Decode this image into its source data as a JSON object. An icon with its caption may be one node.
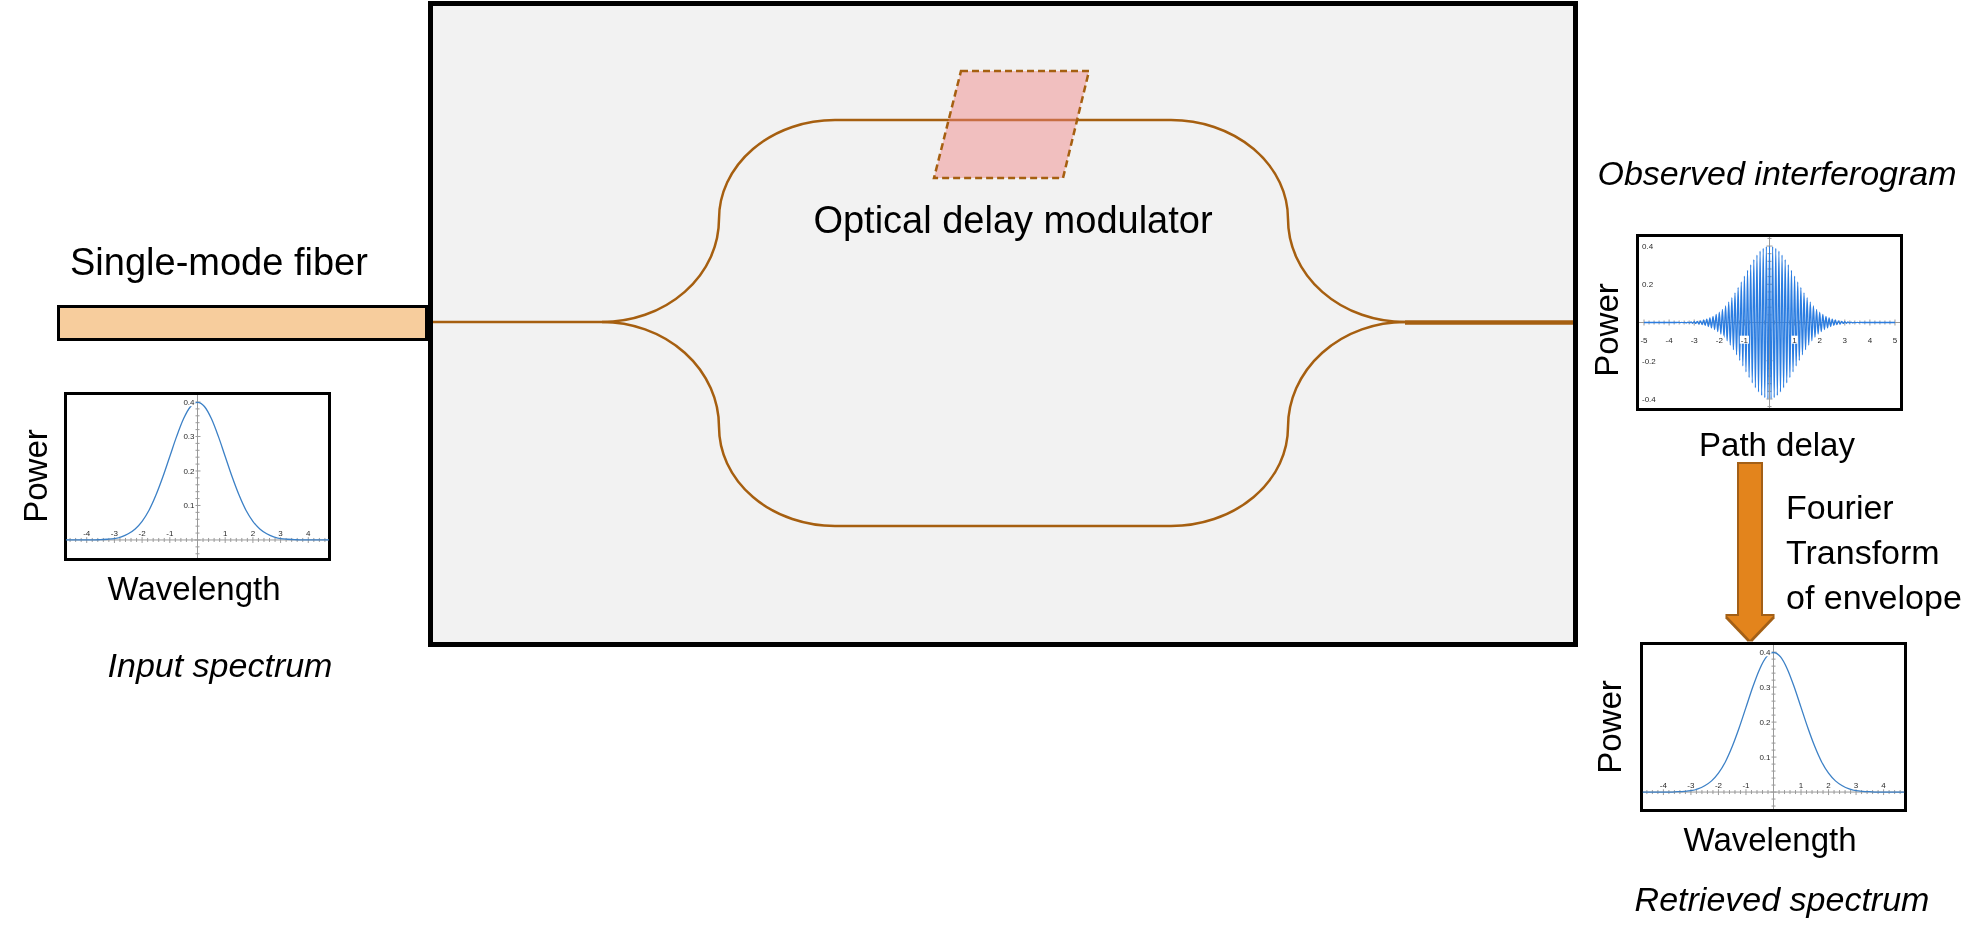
{
  "diagram": {
    "nodes": [
      {
        "text": [],
        "shape": "box"
      },
      {
        "text": [
          "Optical delay modulator"
        ],
        "in": 0
      },
      {
        "text": [
          "Single-mode fiber"
        ]
      },
      {
        "text": [
          "Input spectrum"
        ]
      },
      {
        "text": [
          "Observed interferogram"
        ]
      },
      {
        "text": [
          "Retrieved spectrum"
        ]
      }
    ],
    "edges": [
      {
        "from": 4,
        "to": 5,
        "arrow": "to",
        "label": "Fourier Transform of envelope",
        "color": "#e3841a"
      }
    ],
    "chart_data": [
      {
        "type": "line",
        "xlabel": "Wavelength",
        "ylabel": "Power",
        "x": [
          -4.75,
          -4.5,
          -4.25,
          -4,
          -3.75,
          -3.5,
          -3.25,
          -3,
          -2.75,
          -2.5,
          -2.25,
          -2,
          -1.75,
          -1.5,
          -1.25,
          -1,
          -0.75,
          -0.5,
          -0.25,
          0,
          0.25,
          0.5,
          0.75,
          1,
          1.25,
          1.5,
          1.75,
          2,
          2.25,
          2.5,
          2.75,
          3,
          3.25,
          3.5,
          3.75,
          4,
          4.25,
          4.5,
          4.75
        ],
        "series": [
          {
            "color": "#3c80c6",
            "values": [
              0,
              0,
              0,
              0,
              0,
              0.001,
              0.002,
              0.004,
              0.009,
              0.018,
              0.032,
              0.054,
              0.086,
              0.13,
              0.183,
              0.242,
              0.301,
              0.352,
              0.387,
              0.399,
              0.387,
              0.352,
              0.301,
              0.242,
              0.183,
              0.13,
              0.086,
              0.054,
              0.032,
              0.018,
              0.009,
              0.004,
              0.002,
              0.001,
              0,
              0,
              0,
              0,
              0
            ]
          }
        ],
        "xlim": [
          -4.82,
          4.82
        ],
        "ylim": [
          -0.061,
          0.429
        ],
        "xticks": [
          -4,
          -3,
          -2,
          -1,
          1,
          2,
          3,
          4
        ],
        "yticks": [
          0.1,
          0.2,
          0.3,
          0.4
        ]
      },
      {
        "type": "line",
        "xlabel": "Path delay",
        "ylabel": "Power",
        "x": [
          -5,
          -4.9375,
          -4.875,
          -4.8125,
          -4.75,
          -4.6875,
          -4.625,
          -4.5625,
          -4.5,
          -4.4375,
          -4.375,
          -4.3125,
          -4.25,
          -4.1875,
          -4.125,
          -4.0625,
          -4,
          -3.9375,
          -3.875,
          -3.8125,
          -3.75,
          -3.6875,
          -3.625,
          -3.5625,
          -3.5,
          -3.4375,
          -3.375,
          -3.3125,
          -3.25,
          -3.1875,
          -3.125,
          -3.0625,
          -3,
          -2.9375,
          -2.875,
          -2.8125,
          -2.75,
          -2.6875,
          -2.625,
          -2.5625,
          -2.5,
          -2.4375,
          -2.375,
          -2.3125,
          -2.25,
          -2.1875,
          -2.125,
          -2.0625,
          -2,
          -1.9375,
          -1.875,
          -1.8125,
          -1.75,
          -1.6875,
          -1.625,
          -1.5625,
          -1.5,
          -1.4375,
          -1.375,
          -1.3125,
          -1.25,
          -1.1875,
          -1.125,
          -1.0625,
          -1,
          -0.9375,
          -0.875,
          -0.8125,
          -0.75,
          -0.6875,
          -0.625,
          -0.5625,
          -0.5,
          -0.4375,
          -0.375,
          -0.3125,
          -0.25,
          -0.1875,
          -0.125,
          -0.0625,
          0,
          0.0625,
          0.125,
          0.1875,
          0.25,
          0.3125,
          0.375,
          0.4375,
          0.5,
          0.5625,
          0.625,
          0.6875,
          0.75,
          0.8125,
          0.875,
          0.9375,
          1,
          1.0625,
          1.125,
          1.1875,
          1.25,
          1.3125,
          1.375,
          1.4375,
          1.5,
          1.5625,
          1.625,
          1.6875,
          1.75,
          1.8125,
          1.875,
          1.9375,
          2,
          2.0625,
          2.125,
          2.1875,
          2.25,
          2.3125,
          2.375,
          2.4375,
          2.5,
          2.5625,
          2.625,
          2.6875,
          2.75,
          2.8125,
          2.875,
          2.9375,
          3,
          3.0625,
          3.125,
          3.1875,
          3.25,
          3.3125,
          3.375,
          3.4375,
          3.5,
          3.5625,
          3.625,
          3.6875,
          3.75,
          3.8125,
          3.875,
          3.9375,
          4,
          4.0625,
          4.125,
          4.1875,
          4.25,
          4.3125,
          4.375,
          4.4375,
          4.5,
          4.5625,
          4.625,
          4.6875,
          4.75,
          4.8125,
          4.875,
          4.9375,
          5
        ],
        "series": [
          {
            "color": "#2b7de1",
            "values": [
              0,
              0,
              0,
              0,
              0,
              0,
              0,
              0,
              0,
              0,
              0,
              0,
              0,
              0,
              0,
              0,
              0,
              0,
              0,
              0,
              0,
              0,
              0.001,
              -0.001,
              0.001,
              -0.001,
              0.001,
              -0.002,
              0.002,
              -0.002,
              0.003,
              -0.004,
              0.004,
              -0.005,
              0.006,
              -0.008,
              0.009,
              -0.011,
              0.013,
              -0.015,
              0.018,
              -0.021,
              0.024,
              -0.028,
              0.032,
              -0.037,
              0.042,
              -0.048,
              0.054,
              -0.061,
              0.069,
              -0.077,
              0.087,
              -0.096,
              0.107,
              -0.118,
              0.13,
              -0.142,
              0.155,
              -0.169,
              0.183,
              -0.198,
              0.212,
              -0.227,
              0.243,
              -0.258,
              0.273,
              -0.288,
              0.302,
              -0.316,
              0.329,
              -0.341,
              0.353,
              -0.363,
              0.373,
              -0.381,
              0.388,
              -0.393,
              0.397,
              -0.399,
              0.4,
              -0.399,
              0.397,
              -0.393,
              0.388,
              -0.381,
              0.373,
              -0.363,
              0.353,
              -0.341,
              0.329,
              -0.316,
              0.302,
              -0.288,
              0.273,
              -0.258,
              0.243,
              -0.227,
              0.212,
              -0.198,
              0.183,
              -0.169,
              0.155,
              -0.142,
              0.13,
              -0.118,
              0.107,
              -0.096,
              0.087,
              -0.077,
              0.069,
              -0.061,
              0.054,
              -0.048,
              0.042,
              -0.037,
              0.032,
              -0.028,
              0.024,
              -0.021,
              0.018,
              -0.015,
              0.013,
              -0.011,
              0.009,
              -0.008,
              0.006,
              -0.005,
              0.004,
              -0.004,
              0.003,
              -0.002,
              0.002,
              -0.002,
              0.001,
              -0.001,
              0.001,
              -0.001,
              0.001,
              0,
              0,
              0,
              0,
              0,
              0,
              0,
              0,
              0,
              0,
              0,
              0,
              0,
              0,
              0,
              0,
              0,
              0,
              0,
              0,
              0,
              0
            ]
          }
        ],
        "xlim": [
          -5.32,
          5.32
        ],
        "ylim": [
          -0.463,
          0.463
        ],
        "xticks": [
          -5,
          -4,
          -3,
          -2,
          -1,
          1,
          2,
          3,
          4,
          5
        ],
        "yticks": [
          -0.4,
          -0.2,
          0.2,
          0.4
        ]
      },
      {
        "type": "line",
        "xlabel": "Wavelength",
        "ylabel": "Power",
        "x": [
          -4.75,
          -4.5,
          -4.25,
          -4,
          -3.75,
          -3.5,
          -3.25,
          -3,
          -2.75,
          -2.5,
          -2.25,
          -2,
          -1.75,
          -1.5,
          -1.25,
          -1,
          -0.75,
          -0.5,
          -0.25,
          0,
          0.25,
          0.5,
          0.75,
          1,
          1.25,
          1.5,
          1.75,
          2,
          2.25,
          2.5,
          2.75,
          3,
          3.25,
          3.5,
          3.75,
          4,
          4.25,
          4.5,
          4.75
        ],
        "series": [
          {
            "color": "#3c80c6",
            "values": [
              0,
              0,
              0,
              0,
              0,
              0.001,
              0.002,
              0.004,
              0.009,
              0.018,
              0.032,
              0.054,
              0.086,
              0.13,
              0.183,
              0.242,
              0.301,
              0.352,
              0.387,
              0.399,
              0.387,
              0.352,
              0.301,
              0.242,
              0.183,
              0.13,
              0.086,
              0.054,
              0.032,
              0.018,
              0.009,
              0.004,
              0.002,
              0.001,
              0,
              0,
              0,
              0,
              0
            ]
          }
        ],
        "xlim": [
          -4.85,
          4.85
        ],
        "ylim": [
          -0.057,
          0.429
        ],
        "xticks": [
          -4,
          -3,
          -2,
          -1,
          1,
          2,
          3,
          4
        ],
        "yticks": [
          0.1,
          0.2,
          0.3,
          0.4
        ]
      }
    ]
  }
}
